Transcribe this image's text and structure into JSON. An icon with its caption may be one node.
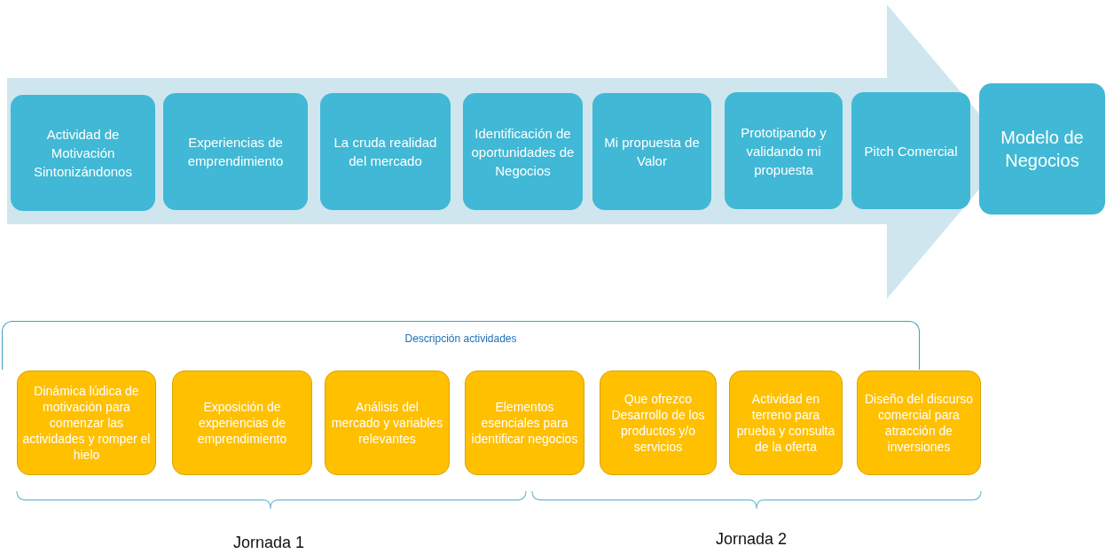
{
  "diagram": {
    "nodes": [
      {
        "text": [],
        "shape": "arrow"
      },
      {
        "text": [
          "Actividad de Motivación Sintonizándonos"
        ],
        "in": 0
      },
      {
        "text": [
          "Experiencias de emprendimiento"
        ],
        "in": 0
      },
      {
        "text": [
          "La cruda realidad del mercado"
        ],
        "in": 0
      },
      {
        "text": [
          "Identificación de oportunidades de Negocios"
        ],
        "in": 0
      },
      {
        "text": [
          "Mi propuesta de Valor"
        ],
        "in": 0
      },
      {
        "text": [
          "Prototipando y validando mi propuesta"
        ],
        "in": 0
      },
      {
        "text": [
          "Pitch Comercial"
        ],
        "in": 0
      },
      {
        "text": [
          "Modelo de Negocios"
        ]
      },
      {
        "text": [
          "Descripción actividades"
        ]
      },
      {
        "text": [
          "Dinámica lúdica de motivación para comenzar las actividades y romper el hielo"
        ]
      },
      {
        "text": [
          "Exposición de experiencias de emprendimiento"
        ]
      },
      {
        "text": [
          "Análisis del mercado y variables relevantes"
        ]
      },
      {
        "text": [
          "Elementos esenciales para identificar negocios"
        ]
      },
      {
        "text": [
          "Que ofrezco Desarrollo de los productos y/o servicios"
        ]
      },
      {
        "text": [
          "Actividad en terreno para prueba y consulta de la oferta"
        ]
      },
      {
        "text": [
          "Diseño del discurso comercial para atracción de inversiones"
        ]
      }
    ],
    "labels": [
      "Jornada 1",
      "Jornada 2"
    ]
  }
}
